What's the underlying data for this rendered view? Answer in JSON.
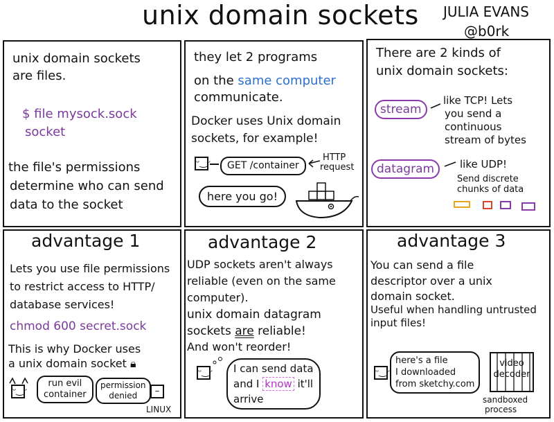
{
  "title": "unix domain sockets",
  "author": {
    "name": "JULIA EVANS",
    "handle": "@b0rk"
  },
  "panel1": {
    "line1": "unix domain sockets",
    "line2": "are files.",
    "cmd1": "$ file mysock.sock",
    "cmd2": "socket",
    "p1": "the file's permissions",
    "p2": "determine who can send",
    "p3": "data to the socket"
  },
  "panel2": {
    "l1": "they let 2 programs",
    "l2a": "on the ",
    "l2b": "same computer",
    "l3": "communicate.",
    "l4": "Docker uses Unix domain",
    "l5": "sockets, for example!",
    "get": "GET /container",
    "http1": "HTTP",
    "http2": "request",
    "reply": "here you go!"
  },
  "panel3": {
    "l1": "There are 2 kinds of",
    "l2": "unix domain sockets:",
    "stream": "stream",
    "s1": "like TCP! Lets",
    "s2": "you send a",
    "s3": "continuous",
    "s4": "stream of bytes",
    "datagram": "datagram",
    "d1": "like UDP!",
    "d2": "Send discrete",
    "d3": "chunks of data",
    "chunk_colors": [
      "#e6a61c",
      "#d9412b",
      "#8a3aa8",
      "#8a3aa8"
    ]
  },
  "panel4": {
    "head": "advantage 1",
    "l1": "Lets you use file permissions",
    "l2": "to restrict access to HTTP/",
    "l3": "database services!",
    "cmd": "chmod 600 secret.sock",
    "l4": "This is why Docker uses",
    "l5": "a unix domain socket",
    "b1a": "run evil",
    "b1b": "container",
    "b2a": "permission",
    "b2b": "denied",
    "linux": "LINUX"
  },
  "panel5": {
    "head": "advantage 2",
    "l1": "UDP sockets aren't always",
    "l2": "reliable (even on the same",
    "l3": "computer).",
    "l4": "unix domain datagram",
    "l5a": "sockets ",
    "l5b": "are",
    "l5c": " reliable!",
    "l6": "And won't reorder!",
    "b1": "I can send data",
    "b2a": "and I ",
    "b2b": "know",
    "b2c": " it'll",
    "b3": "arrive"
  },
  "panel6": {
    "head": "advantage 3",
    "l1": "You can send a file",
    "l2": "descriptor over a unix",
    "l3": "domain socket.",
    "l4": "Useful when handling untrusted",
    "l5": "input files!",
    "b1": "here's a file",
    "b2": "I downloaded",
    "b3": "from sketchy.com",
    "v1": "video",
    "v2": "decoder",
    "s1": "sandboxed",
    "s2": "process"
  }
}
